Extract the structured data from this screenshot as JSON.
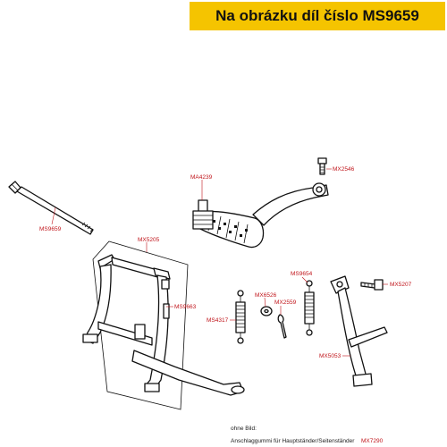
{
  "banner": {
    "text": "Na obrázku díl číslo MS9659",
    "color": "#f5c400"
  },
  "labels": {
    "mx2546": "MX2546",
    "ma4239": "MA4239",
    "ms9659": "MS9659",
    "mx5205": "MX5205",
    "ms9663": "MS9663",
    "ms9654": "MS9654",
    "mx5207": "MX5207",
    "mx6526": "MX6526",
    "mx2559": "MX2559",
    "ms4317": "MS4317",
    "mx5053": "MX5053"
  },
  "notes": {
    "heading": "ohne Bild:",
    "item": "Anschlaggummi für Hauptständer/Seitenständer",
    "item_pn": "MX7290"
  },
  "colors": {
    "label": "#c0141a",
    "line": "#111111"
  }
}
